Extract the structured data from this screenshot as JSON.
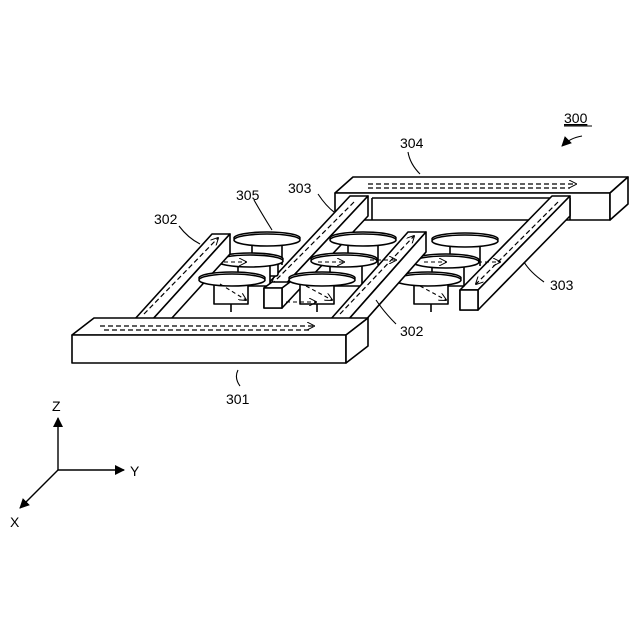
{
  "figure": {
    "labels": {
      "ref_300": "300",
      "ref_301": "301",
      "ref_302_a": "302",
      "ref_302_b": "302",
      "ref_303_a": "303",
      "ref_303_b": "303",
      "ref_304": "304",
      "ref_305": "305"
    },
    "axes": {
      "z": "Z",
      "y": "Y",
      "x": "X"
    },
    "colors": {
      "line": "#000000",
      "background": "#ffffff"
    }
  }
}
